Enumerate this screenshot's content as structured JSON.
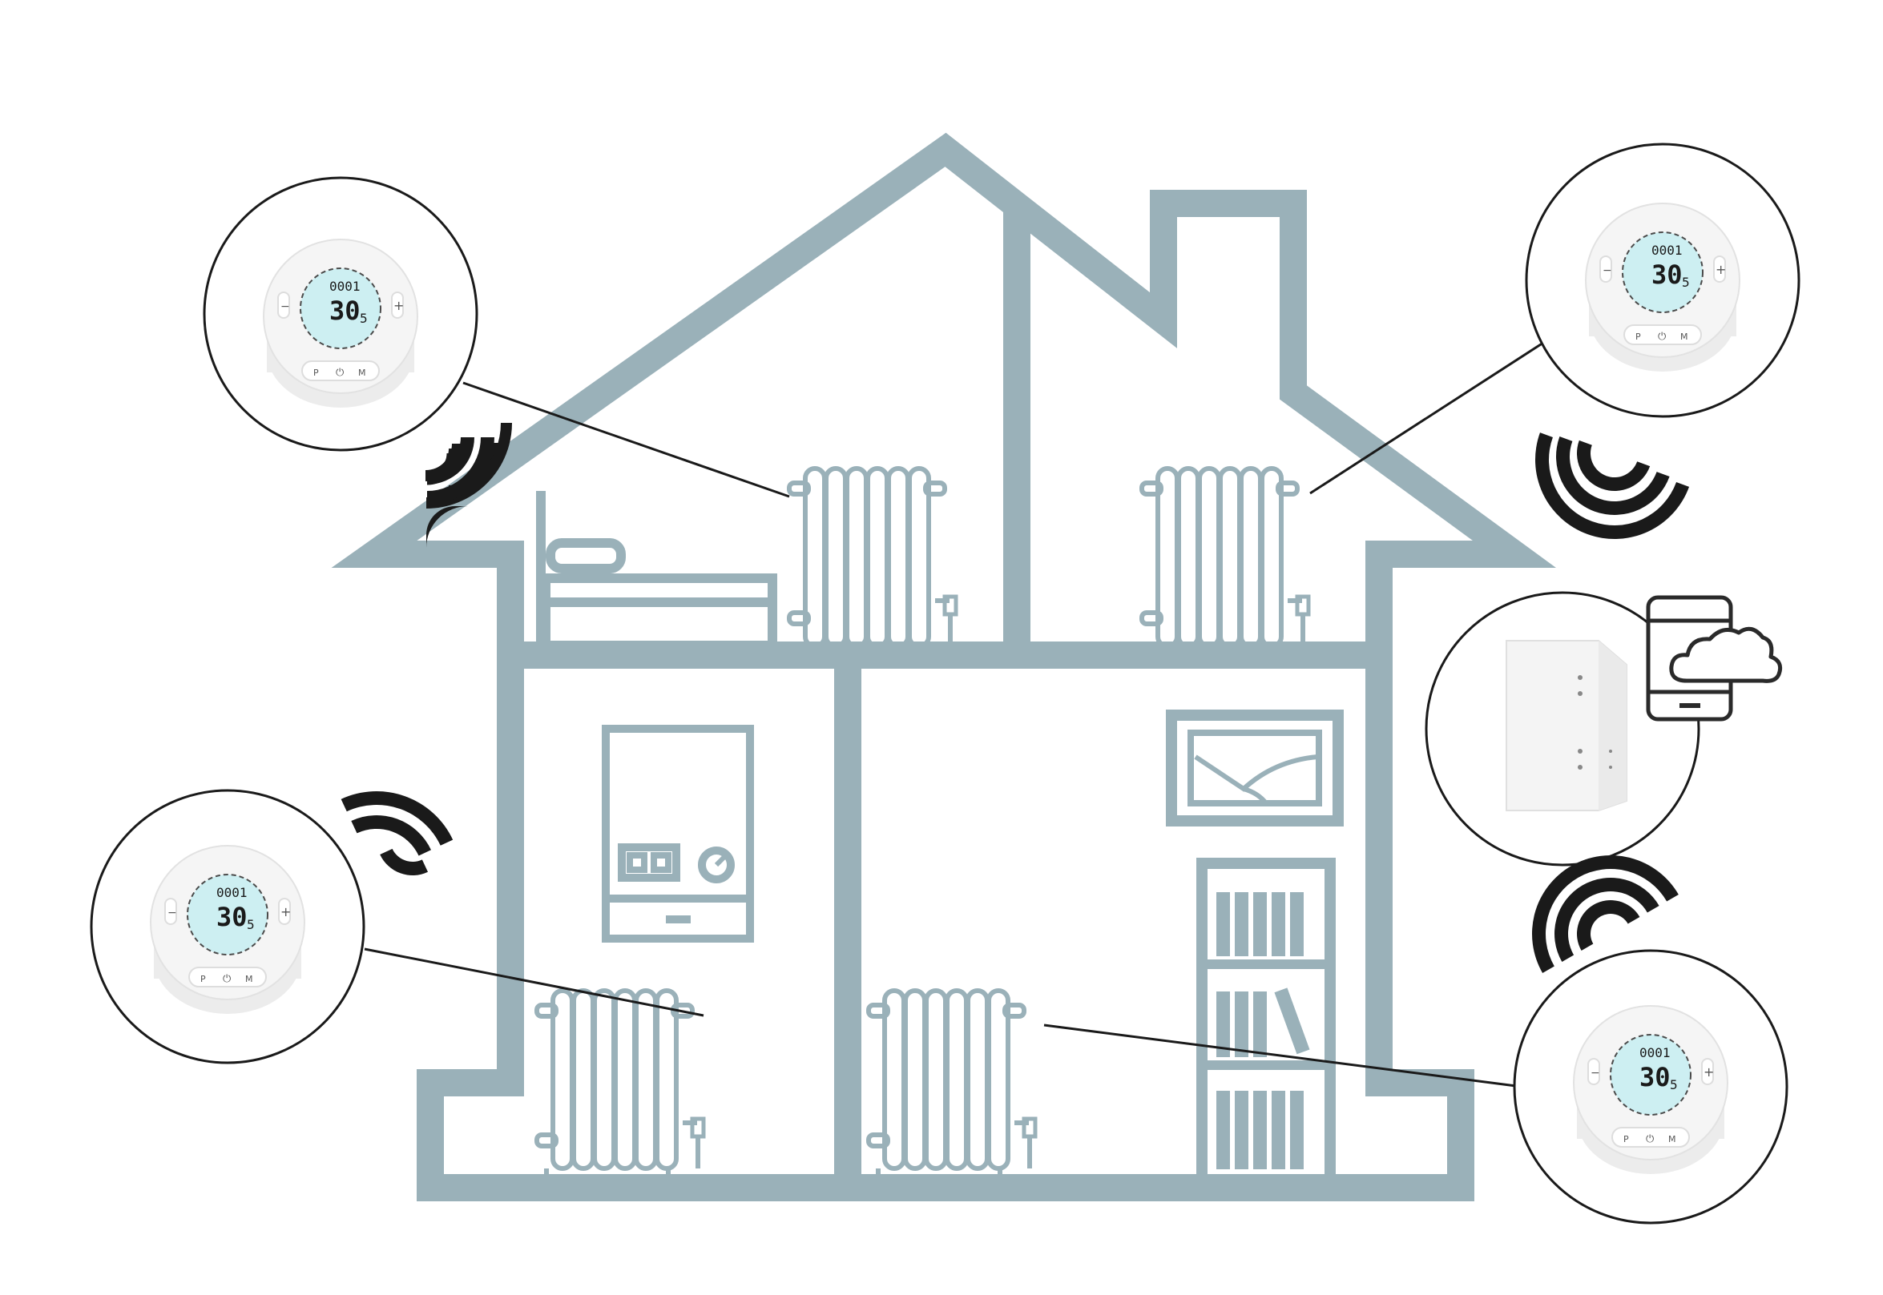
{
  "colors": {
    "house": "#9ab1b9",
    "background": "#ffffff",
    "callout_stroke": "#1a1a1a",
    "signal": "#1a1a1a",
    "thermostat_body": "#f3f3f3",
    "lcd": "#cdeff2",
    "gateway_body": "#f4f4f4",
    "app_icon": "#2a2a2a"
  },
  "thermostats": [
    {
      "id": "thermostat-top-left",
      "lcd_top": "0001",
      "lcd_main": "30",
      "lcd_sub": "5",
      "minus": "−",
      "plus": "+",
      "btn1": "P",
      "btn2": "⏻",
      "btn3": "M"
    },
    {
      "id": "thermostat-top-right",
      "lcd_top": "0001",
      "lcd_main": "30",
      "lcd_sub": "5",
      "minus": "−",
      "plus": "+",
      "btn1": "P",
      "btn2": "⏻",
      "btn3": "M"
    },
    {
      "id": "thermostat-bottom-left",
      "lcd_top": "0001",
      "lcd_main": "30",
      "lcd_sub": "5",
      "minus": "−",
      "plus": "+",
      "btn1": "P",
      "btn2": "⏻",
      "btn3": "M"
    },
    {
      "id": "thermostat-bottom-right",
      "lcd_top": "0001",
      "lcd_main": "30",
      "lcd_sub": "5",
      "minus": "−",
      "plus": "+",
      "btn1": "P",
      "btn2": "⏻",
      "btn3": "M"
    }
  ],
  "icons": {
    "wifi": "wifi-signal-icon",
    "phone_cloud": "phone-cloud-icon",
    "bed": "bed-icon",
    "boiler": "boiler-icon",
    "window": "window-icon",
    "bookshelf": "bookshelf-icon",
    "radiator": "radiator-icon",
    "gateway": "gateway-icon"
  }
}
